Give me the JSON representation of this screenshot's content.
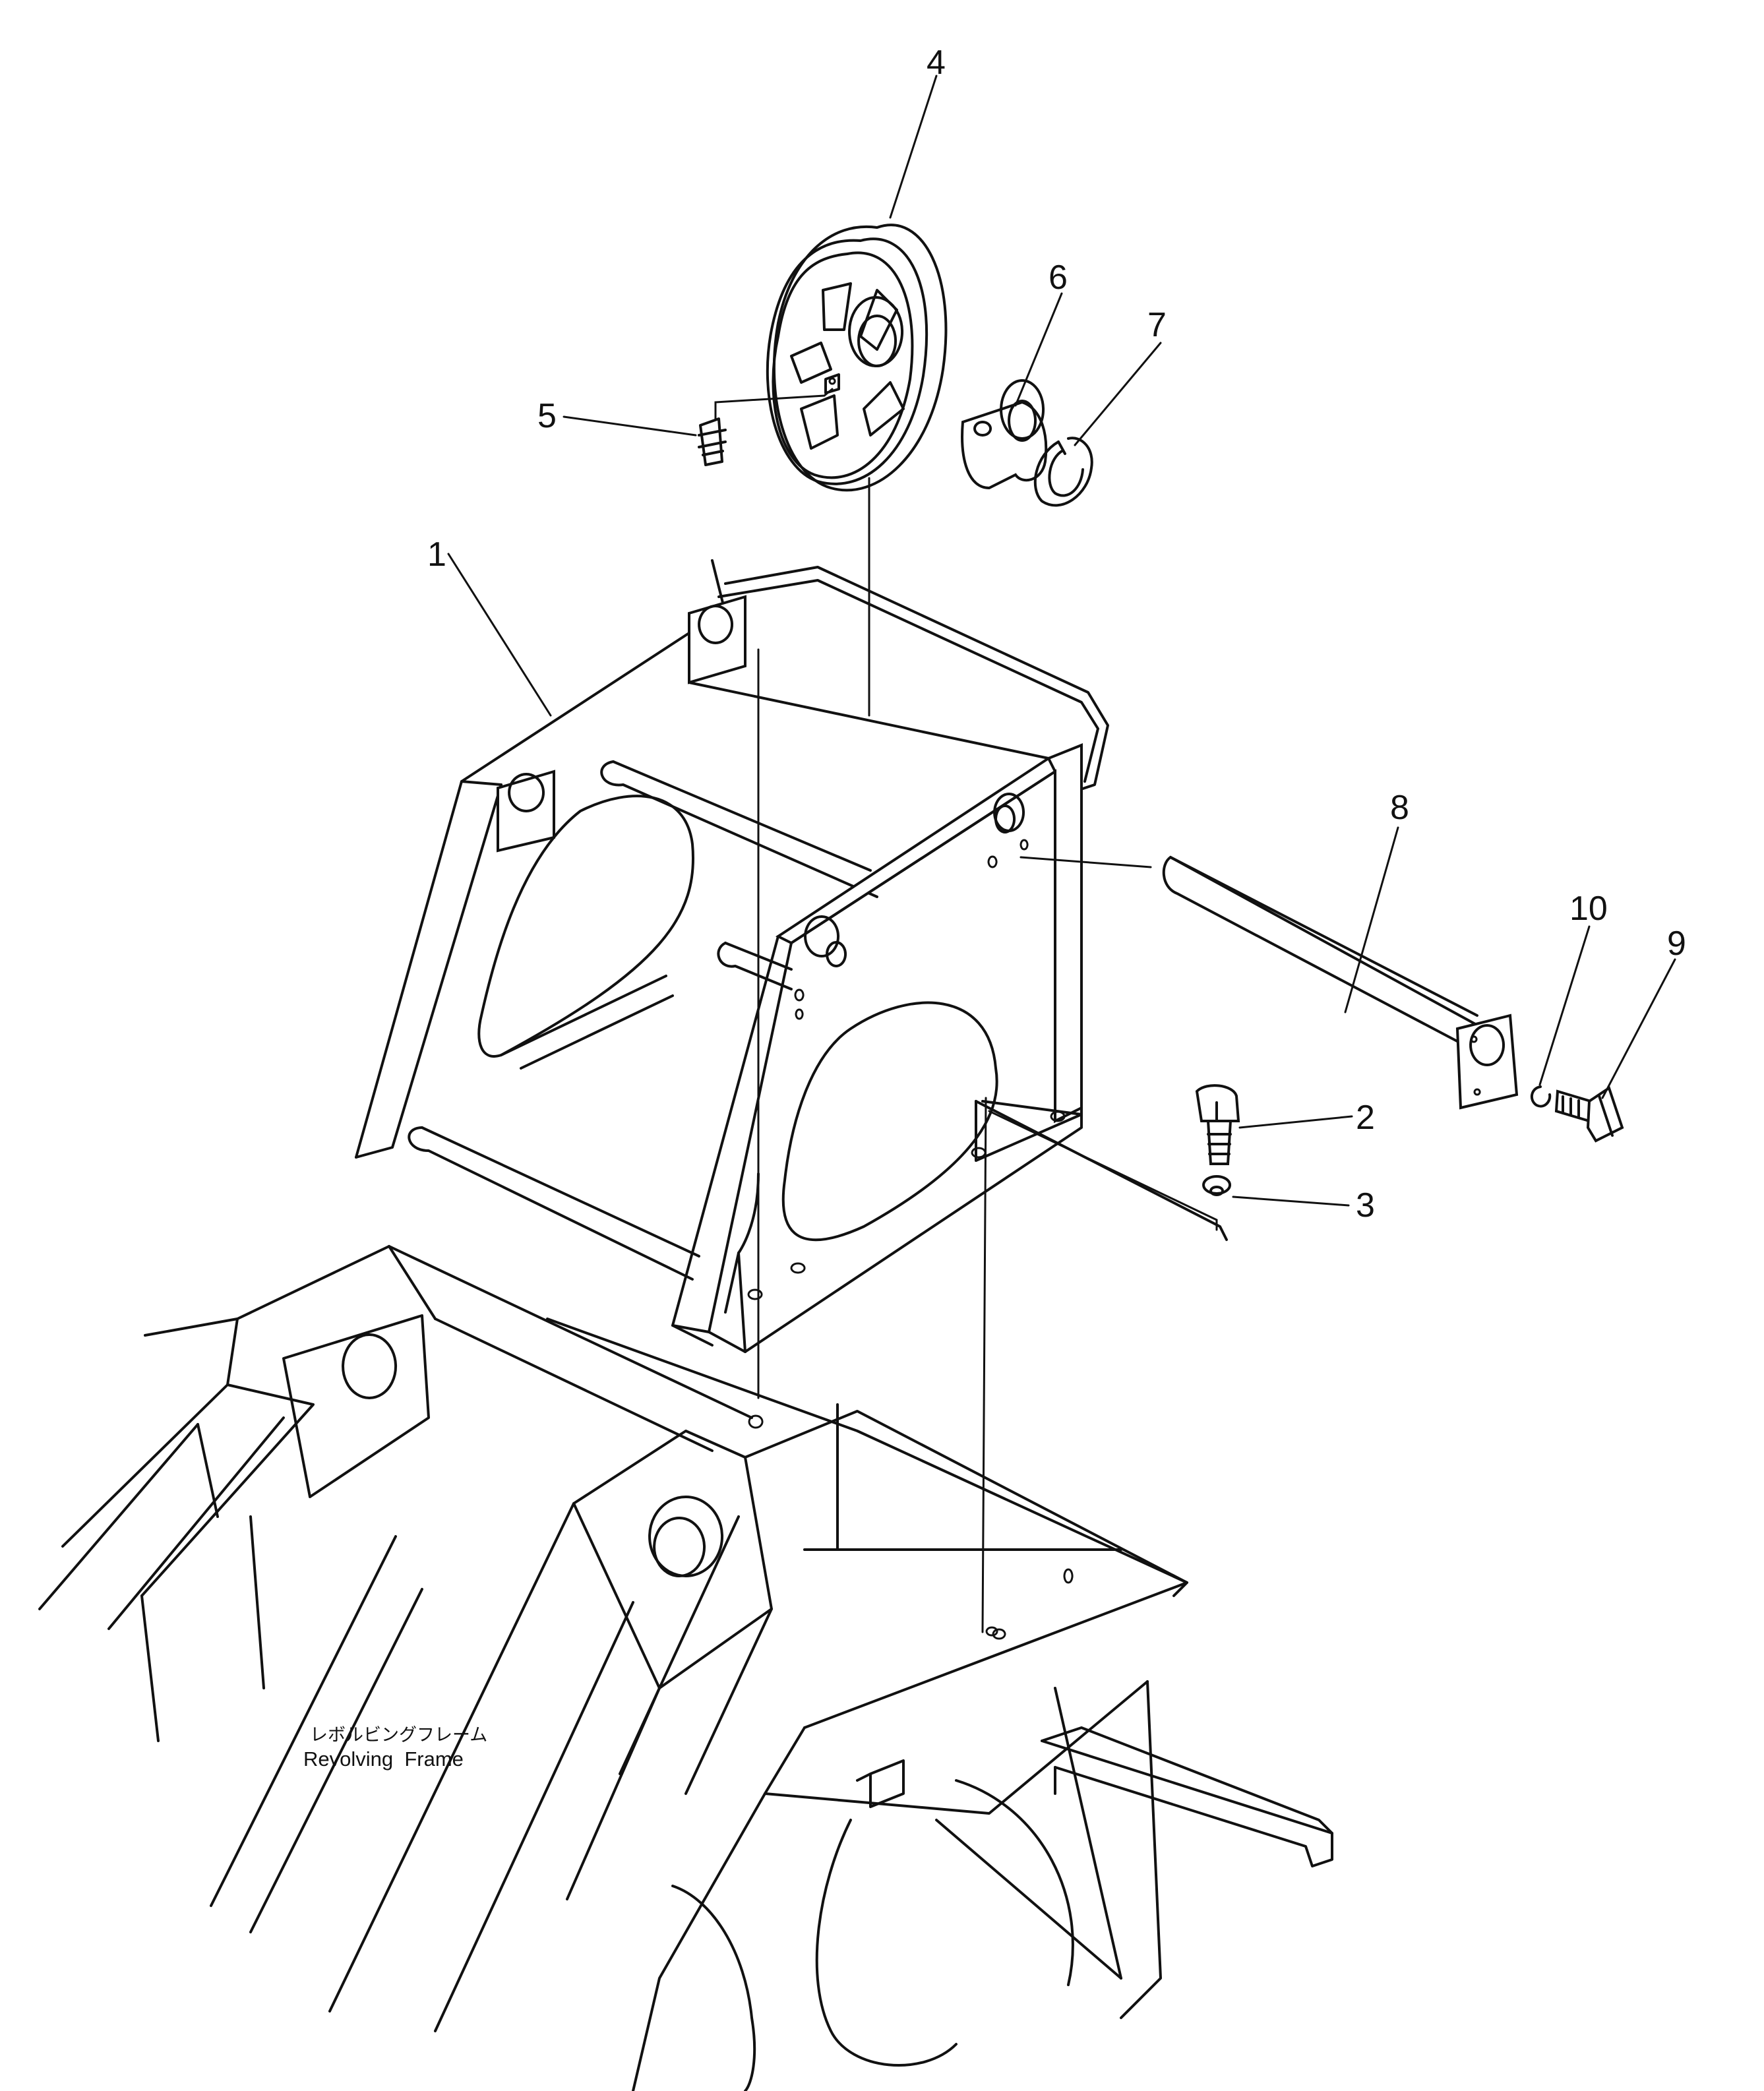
{
  "callouts": [
    {
      "id": "1",
      "label": "1"
    },
    {
      "id": "2",
      "label": "2"
    },
    {
      "id": "3",
      "label": "3"
    },
    {
      "id": "4",
      "label": "4"
    },
    {
      "id": "5",
      "label": "5"
    },
    {
      "id": "6",
      "label": "6"
    },
    {
      "id": "7",
      "label": "7"
    },
    {
      "id": "8",
      "label": "8"
    },
    {
      "id": "9",
      "label": "9"
    },
    {
      "id": "10",
      "label": "10"
    }
  ],
  "frame_label": {
    "japanese": "レボルビングフレーム",
    "english": "Revolving  Frame"
  }
}
